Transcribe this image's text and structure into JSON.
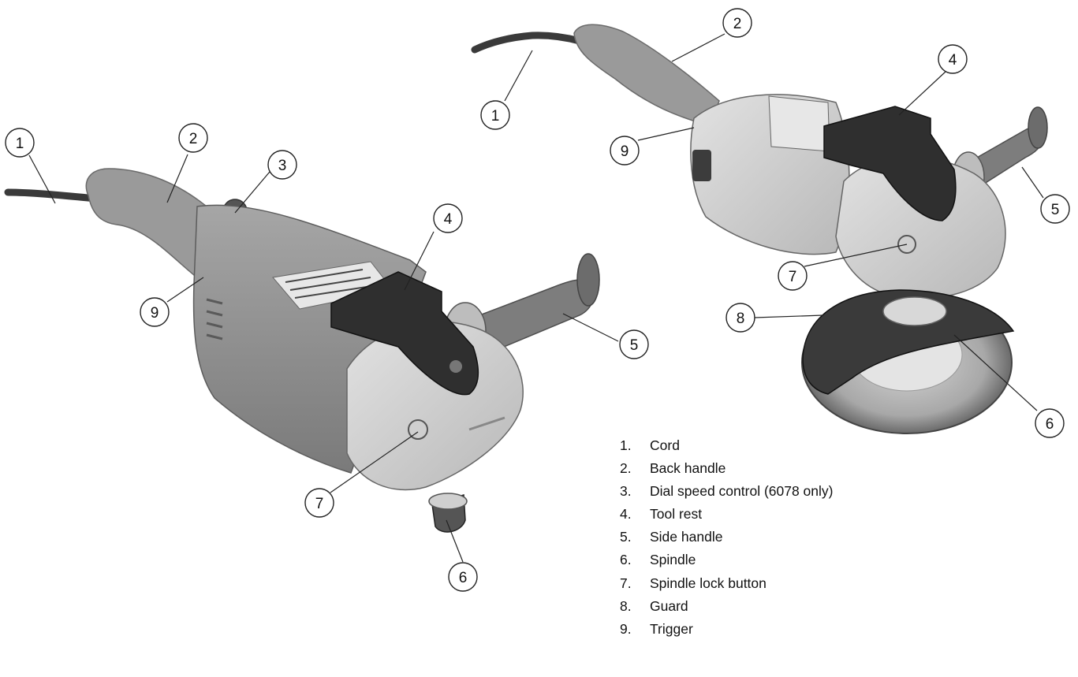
{
  "callouts_left": [
    "1",
    "2",
    "3",
    "4",
    "5",
    "6",
    "7",
    "9"
  ],
  "callouts_right": [
    "1",
    "2",
    "4",
    "5",
    "6",
    "7",
    "8",
    "9"
  ],
  "legend": [
    {
      "num": "1.",
      "label": "Cord"
    },
    {
      "num": "2.",
      "label": "Back handle"
    },
    {
      "num": "3.",
      "label": "Dial speed control (6078 only)"
    },
    {
      "num": "4.",
      "label": "Tool rest"
    },
    {
      "num": "5.",
      "label": "Side handle"
    },
    {
      "num": "6.",
      "label": "Spindle"
    },
    {
      "num": "7.",
      "label": "Spindle lock button"
    },
    {
      "num": "8.",
      "label": "Guard"
    },
    {
      "num": "9.",
      "label": "Trigger"
    }
  ]
}
